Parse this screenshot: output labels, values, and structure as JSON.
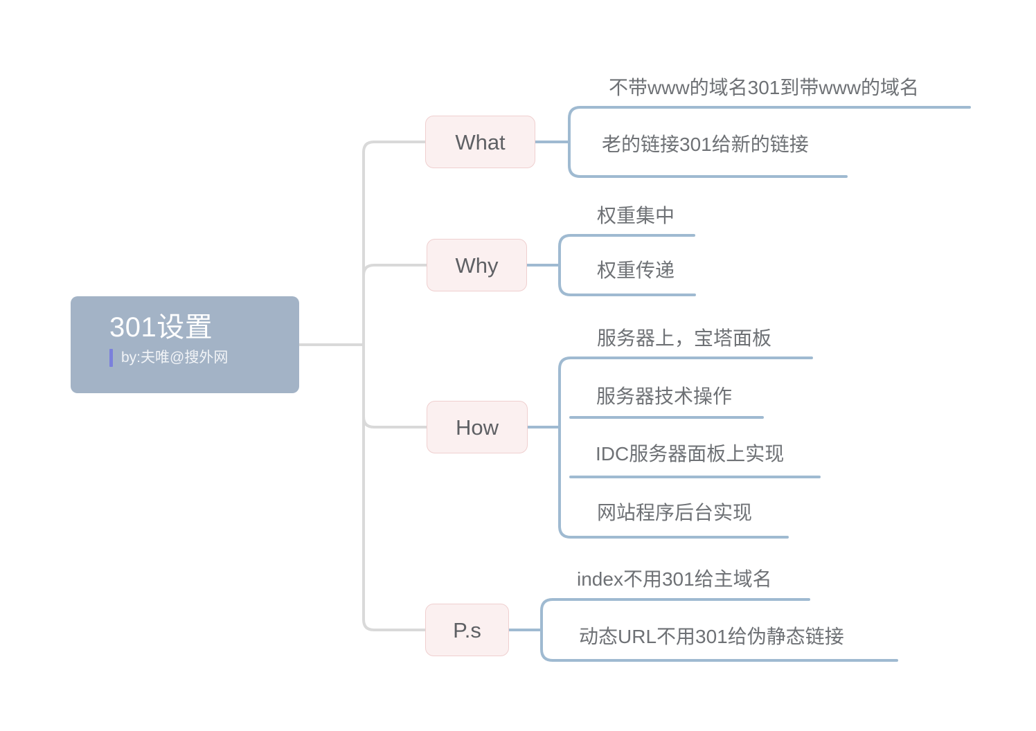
{
  "diagram": {
    "type": "mindmap",
    "title": "301设置",
    "root": {
      "title": "301设置",
      "subtitle": "by:夫唯@搜外网",
      "fill_color": "#A3B3C6",
      "text_color": "#FFFFFF",
      "accent_bar_color": "#7B80DC"
    },
    "colors": {
      "branch_fill": "#FBF0F0",
      "branch_border": "#EFCFCF",
      "branch_text": "#5E6064",
      "leaf_text": "#6E7175",
      "leaf_connector": "#9FBAD1",
      "trunk_connector": "#D9D9D9",
      "background": "#FFFFFF"
    },
    "branches": [
      {
        "label": "What",
        "leaves": [
          "不带www的域名301到带www的域名",
          "老的链接301给新的链接"
        ]
      },
      {
        "label": "Why",
        "leaves": [
          "权重集中",
          "权重传递"
        ]
      },
      {
        "label": "How",
        "leaves": [
          "服务器上，宝塔面板",
          "服务器技术操作",
          "IDC服务器面板上实现",
          "网站程序后台实现"
        ]
      },
      {
        "label": "P.s",
        "leaves": [
          "index不用301给主域名",
          "动态URL不用301给伪静态链接"
        ]
      }
    ]
  }
}
